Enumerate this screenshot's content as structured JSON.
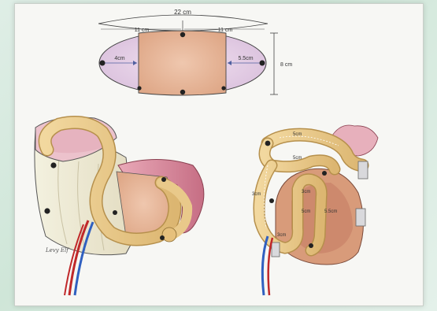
{
  "top_diagram": {
    "total_width": "22 cm",
    "left_half": "11 cm",
    "right_half": "11 cm",
    "left_inset": "4cm",
    "right_inset": "5.5cm",
    "height": "8 cm"
  },
  "left_diagram": {
    "signature": "Levy Elf"
  },
  "right_diagram": {
    "labels": [
      "5cm",
      "5cm",
      "3cm",
      "3cm",
      "5cm",
      "5.5cm",
      "3cm"
    ]
  },
  "colors": {
    "flap_center": "#e8b9a0",
    "flap_side": "#e6cde6",
    "colon_tube": "#e9c98a",
    "mucosa": "#d88aa0",
    "vessel_red": "#c0282a",
    "vessel_blue": "#3060c0"
  }
}
